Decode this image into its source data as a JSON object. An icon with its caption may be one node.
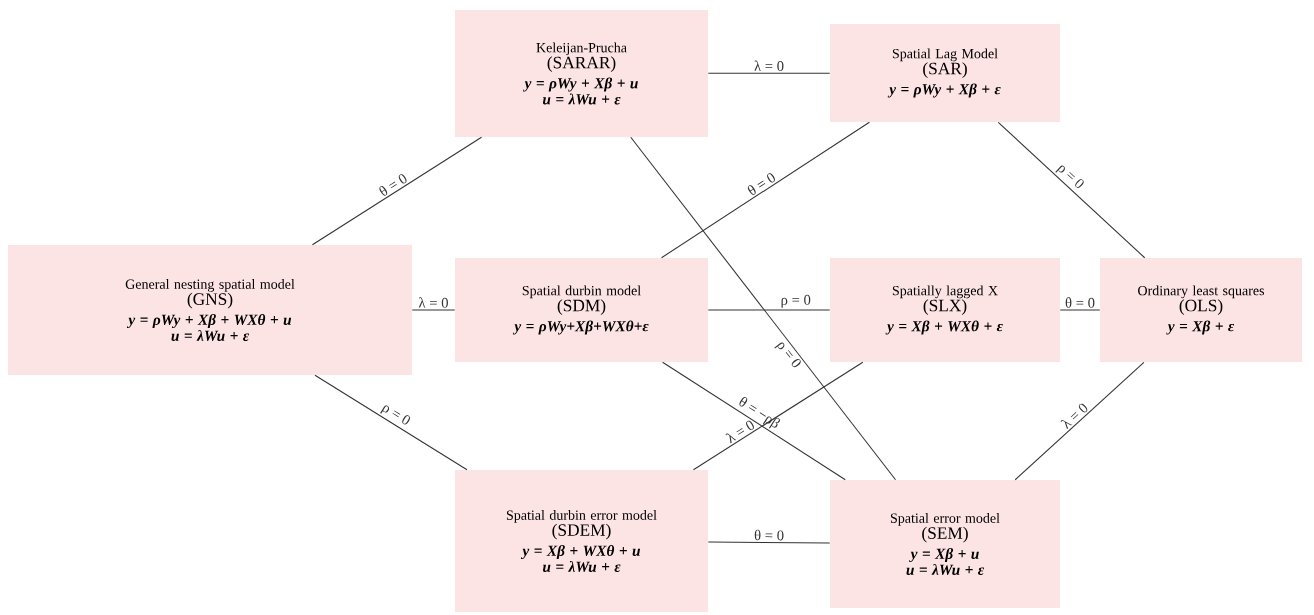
{
  "diagram": {
    "nodes": [
      {
        "text": [
          "Keleijan-Prucha",
          "(SARAR)",
          "y = ρWy + Xβ + u",
          "u = λWu + ε"
        ]
      },
      {
        "text": [
          "Spatial Lag Model",
          "(SAR)",
          "y = ρWy + Xβ + ε"
        ]
      },
      {
        "text": [
          "General nesting spatial model",
          "(GNS)",
          "y = ρWy + Xβ + WXθ + u",
          "u = λWu + ε"
        ]
      },
      {
        "text": [
          "Spatial durbin model",
          "(SDM)",
          "y = ρWy+Xβ+WXθ+ε"
        ]
      },
      {
        "text": [
          "Spatially lagged X",
          "(SLX)",
          "y = Xβ + WXθ + ε"
        ]
      },
      {
        "text": [
          "Ordinary least squares",
          "(OLS)",
          "y = Xβ + ε"
        ]
      },
      {
        "text": [
          "Spatial durbin error model",
          "(SDEM)",
          "y = Xβ + WXθ + u",
          "u = λWu + ε"
        ]
      },
      {
        "text": [
          "Spatial error model",
          "(SEM)",
          "y = Xβ + u",
          "u = λWu + ε"
        ]
      }
    ],
    "edges": [
      {
        "from": 2,
        "to": 0,
        "arrow": "none",
        "label": "θ = 0"
      },
      {
        "from": 0,
        "to": 1,
        "arrow": "none",
        "label": "λ = 0"
      },
      {
        "from": 0,
        "to": 7,
        "arrow": "none",
        "label": "ρ = 0"
      },
      {
        "from": 1,
        "to": 3,
        "arrow": "none",
        "label": "θ = 0"
      },
      {
        "from": 1,
        "to": 5,
        "arrow": "none",
        "label": "ρ = 0"
      },
      {
        "from": 2,
        "to": 3,
        "arrow": "none",
        "label": "λ = 0"
      },
      {
        "from": 3,
        "to": 4,
        "arrow": "none",
        "label": "ρ = 0"
      },
      {
        "from": 4,
        "to": 5,
        "arrow": "none",
        "label": "θ = 0"
      },
      {
        "from": 2,
        "to": 6,
        "arrow": "none",
        "label": "ρ = 0"
      },
      {
        "from": 3,
        "to": 7,
        "arrow": "none",
        "label": "θ = −ρβ"
      },
      {
        "from": 6,
        "to": 4,
        "arrow": "none",
        "label": "λ = 0"
      },
      {
        "from": 6,
        "to": 7,
        "arrow": "none",
        "label": "θ = 0"
      },
      {
        "from": 7,
        "to": 5,
        "arrow": "none",
        "label": "λ = 0"
      }
    ]
  }
}
